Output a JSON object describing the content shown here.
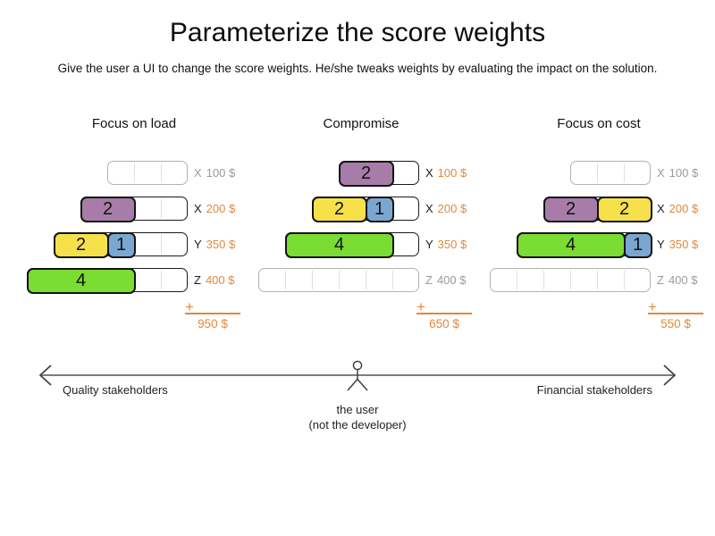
{
  "title": "Parameterize the score weights",
  "subtitle": "Give the user a UI to change the score weights. He/she tweaks weights by evaluating the impact on the solution.",
  "block_colors": {
    "purple": "#a87ca8",
    "yellow": "#f7e14b",
    "blue": "#7aa7d2",
    "green": "#7bdc32"
  },
  "accent_colors": {
    "orange": "#e2883c",
    "gray_label": "#9a9a9a",
    "dark_label": "#1a1a1a"
  },
  "plus_glyph": "+",
  "columns": [
    {
      "heading": "Focus on load",
      "rows": [
        {
          "label_letter": "X",
          "label_amount": "100 $",
          "capacity": 3,
          "blocks": []
        },
        {
          "label_letter": "X",
          "label_amount": "200 $",
          "capacity": 4,
          "blocks": [
            {
              "value": "2",
              "color": "purple"
            }
          ]
        },
        {
          "label_letter": "Y",
          "label_amount": "350 $",
          "capacity": 5,
          "blocks": [
            {
              "value": "2",
              "color": "yellow"
            },
            {
              "value": "1",
              "color": "blue"
            }
          ]
        },
        {
          "label_letter": "Z",
          "label_amount": "400 $",
          "capacity": 6,
          "blocks": [
            {
              "value": "4",
              "color": "green"
            }
          ]
        }
      ],
      "total": "950 $"
    },
    {
      "heading": "Compromise",
      "rows": [
        {
          "label_letter": "X",
          "label_amount": "100 $",
          "capacity": 3,
          "blocks": [
            {
              "value": "2",
              "color": "purple"
            }
          ]
        },
        {
          "label_letter": "X",
          "label_amount": "200 $",
          "capacity": 4,
          "blocks": [
            {
              "value": "2",
              "color": "yellow"
            },
            {
              "value": "1",
              "color": "blue"
            }
          ]
        },
        {
          "label_letter": "Y",
          "label_amount": "350 $",
          "capacity": 5,
          "blocks": [
            {
              "value": "4",
              "color": "green"
            }
          ]
        },
        {
          "label_letter": "Z",
          "label_amount": "400 $",
          "capacity": 6,
          "blocks": []
        }
      ],
      "total": "650 $"
    },
    {
      "heading": "Focus on cost",
      "rows": [
        {
          "label_letter": "X",
          "label_amount": "100 $",
          "capacity": 3,
          "blocks": []
        },
        {
          "label_letter": "X",
          "label_amount": "200 $",
          "capacity": 4,
          "blocks": [
            {
              "value": "2",
              "color": "purple"
            },
            {
              "value": "2",
              "color": "yellow"
            }
          ]
        },
        {
          "label_letter": "Y",
          "label_amount": "350 $",
          "capacity": 5,
          "blocks": [
            {
              "value": "4",
              "color": "green"
            },
            {
              "value": "1",
              "color": "blue"
            }
          ]
        },
        {
          "label_letter": "Z",
          "label_amount": "400 $",
          "capacity": 6,
          "blocks": []
        }
      ],
      "total": "550 $"
    }
  ],
  "footer": {
    "left_label": "Quality stakeholders",
    "right_label": "Financial stakeholders",
    "user_label_line1": "the user",
    "user_label_line2": "(not the developer)"
  }
}
